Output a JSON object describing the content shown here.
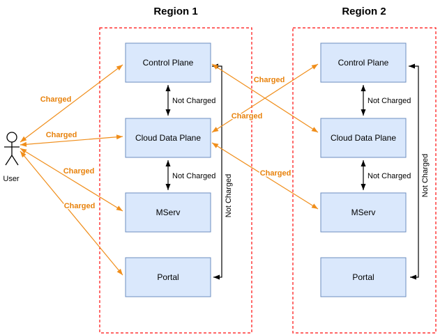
{
  "diagram": {
    "regions": [
      {
        "title": "Region 1",
        "boxes": [
          {
            "label": "Control Plane"
          },
          {
            "label": "Cloud Data Plane"
          },
          {
            "label": "MServ"
          },
          {
            "label": "Portal"
          }
        ]
      },
      {
        "title": "Region 2",
        "boxes": [
          {
            "label": "Control Plane"
          },
          {
            "label": "Cloud Data Plane"
          },
          {
            "label": "MServ"
          },
          {
            "label": "Portal"
          }
        ]
      }
    ],
    "actor": {
      "label": "User"
    },
    "edge_labels": {
      "charged": "Charged",
      "not_charged": "Not Charged"
    },
    "colors": {
      "box_fill": "#dae8fc",
      "box_border": "#6c8ebf",
      "region_border": "#ff0b0b",
      "charged_line": "#f08e1b",
      "charged_text": "#e8820c",
      "not_charged_text": "#000000"
    }
  }
}
